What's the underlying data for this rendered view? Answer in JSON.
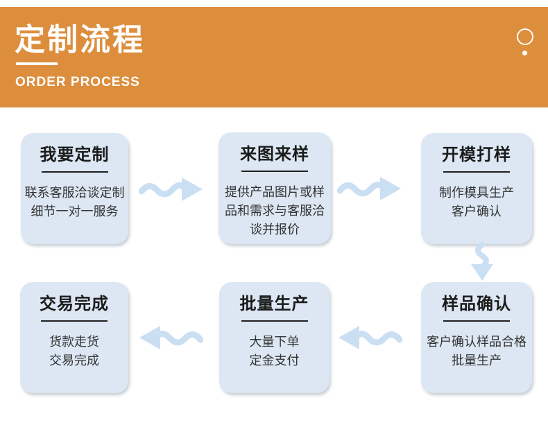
{
  "header": {
    "title": "定制流程",
    "subtitle": "ORDER PROCESS"
  },
  "colors": {
    "header_background": "#DD8E3D",
    "box_fill": "#DCE7F3",
    "arrow": "#CBDFF3",
    "title_text": "#1B1B1B",
    "desc_text": "#333333"
  },
  "steps": [
    {
      "title": "我要定制",
      "desc": "联系客服洽谈定制\n细节一对一服务"
    },
    {
      "title": "来图来样",
      "desc": "提供产品图片或样\n品和需求与客服洽\n谈并报价"
    },
    {
      "title": "开模打样",
      "desc": "制作模具生产\n客户确认"
    },
    {
      "title": "样品确认",
      "desc": "客户确认样品合格\n批量生产"
    },
    {
      "title": "批量生产",
      "desc": "大量下单\n定金支付"
    },
    {
      "title": "交易完成",
      "desc": "货款走货\n交易完成"
    }
  ]
}
